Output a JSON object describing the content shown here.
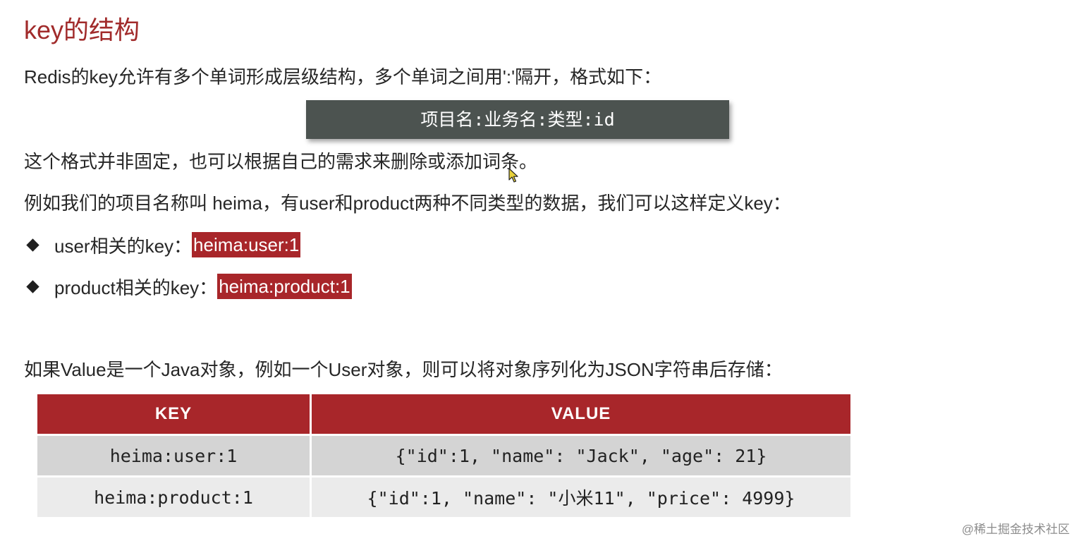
{
  "title": "key的结构",
  "paragraphs": {
    "intro": "Redis的key允许有多个单词形成层级结构，多个单词之间用':'隔开，格式如下：",
    "flexible": "这个格式并非固定，也可以根据自己的需求来删除或添加词条。",
    "example": "例如我们的项目名称叫 heima，有user和product两种不同类型的数据，我们可以这样定义key：",
    "json_intro": "如果Value是一个Java对象，例如一个User对象，则可以将对象序列化为JSON字符串后存储："
  },
  "format_box": "项目名:业务名:类型:id",
  "bullets": [
    {
      "label": "user相关的key：",
      "key": "heima:user:1"
    },
    {
      "label": "product相关的key：",
      "key": "heima:product:1"
    }
  ],
  "table": {
    "headers": [
      "KEY",
      "VALUE"
    ],
    "rows": [
      [
        "heima:user:1",
        "{\"id\":1, \"name\": \"Jack\", \"age\": 21}"
      ],
      [
        "heima:product:1",
        "{\"id\":1, \"name\": \"小米11\", \"price\": 4999}"
      ]
    ]
  },
  "watermark": "@稀土掘金技术社区",
  "colors": {
    "title": "#a12b2b",
    "accent_red": "#a8262a",
    "format_box_bg": "#4c5350",
    "row_odd": "#d4d4d4",
    "row_even": "#ebebeb"
  },
  "icons": {
    "bullet": "diamond-bullet-icon",
    "cursor": "mouse-cursor-icon"
  }
}
